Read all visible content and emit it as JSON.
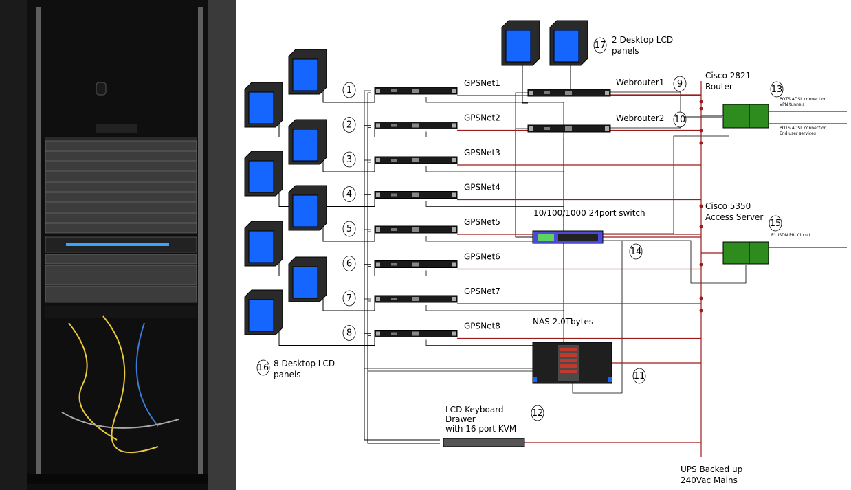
{
  "diagram": {
    "servers": [
      {
        "num": "1",
        "name": "GPSNet1"
      },
      {
        "num": "2",
        "name": "GPSNet2"
      },
      {
        "num": "3",
        "name": "GPSNet3"
      },
      {
        "num": "4",
        "name": "GPSNet4"
      },
      {
        "num": "5",
        "name": "GPSNet5"
      },
      {
        "num": "6",
        "name": "GPSNet6"
      },
      {
        "num": "7",
        "name": "GPSNet7"
      },
      {
        "num": "8",
        "name": "GPSNet8"
      }
    ],
    "webrouters": [
      {
        "num": "9",
        "name": "Webrouter1"
      },
      {
        "num": "10",
        "name": "Webrouter2"
      }
    ],
    "lcd_top": {
      "num": "17",
      "line1": "2 Desktop LCD",
      "line2": "panels"
    },
    "lcd_left": {
      "num": "16",
      "line1": "8 Desktop LCD",
      "line2": "panels"
    },
    "router": {
      "num": "13",
      "line1": "Cisco 2821",
      "line2": "Router",
      "line_a1": "POTS ADSL connection",
      "line_a2": "VPN tunnels",
      "line_b1": "POTS ADSL connection",
      "line_b2": "End user services"
    },
    "access_server": {
      "num": "15",
      "line1": "Cisco 5350",
      "line2": "Access Server",
      "circuit": "E1 ISDN PRI Circuit"
    },
    "switch": {
      "num": "14",
      "label": "10/100/1000 24port switch"
    },
    "nas": {
      "num": "11",
      "label": "NAS 2.0Tbytes"
    },
    "kvm": {
      "num": "12",
      "line1": "LCD Keyboard",
      "line2": "Drawer",
      "line3": "with 16 port KVM"
    },
    "ups": {
      "line1": "UPS Backed up",
      "line2": "240Vac Mains"
    },
    "colors": {
      "power": "#9b1b1b",
      "monitor": "#1565ff",
      "cpe": "#2e8b1d",
      "switch": "#4b4bd8"
    }
  }
}
